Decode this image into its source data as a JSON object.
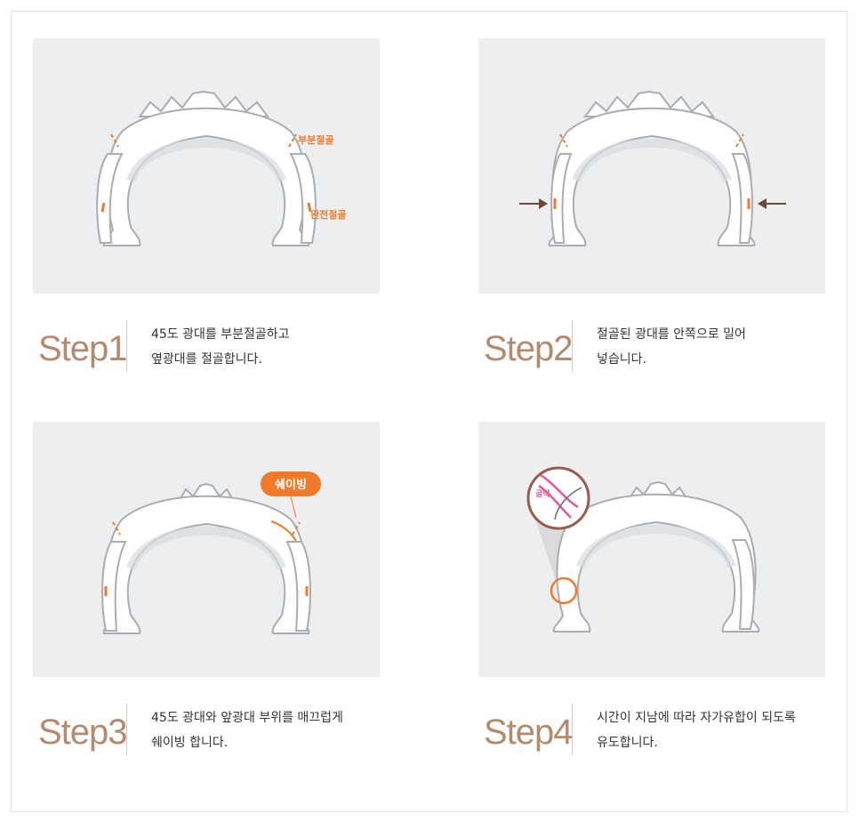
{
  "steps": [
    {
      "label": "Step1",
      "lines": [
        "45도 광대를 부분절골하고",
        "옆광대를 절골합니다."
      ],
      "annotations": [
        "부분절골",
        "완전절골"
      ]
    },
    {
      "label": "Step2",
      "lines": [
        "절골된 광대를 안쪽으로 밀어",
        "넣습니다."
      ],
      "annotations": []
    },
    {
      "label": "Step3",
      "lines": [
        "45도 광대와 앞광대 부위를 매끄럽게",
        "쉐이빙 합니다."
      ],
      "annotations": [
        "쉐이빙"
      ]
    },
    {
      "label": "Step4",
      "lines": [
        "시간이 지남에 따라 자가유합이 되도록",
        "유도합니다."
      ],
      "annotations": [
        "골막"
      ]
    }
  ],
  "colors": {
    "panel_bg": "#eceef0",
    "accent_orange": "#f07a2a",
    "step_label": "#b48a6e",
    "arrow": "#6b4a3a",
    "lens_border": "#9b5b4a",
    "membrane": "#e8559a"
  }
}
